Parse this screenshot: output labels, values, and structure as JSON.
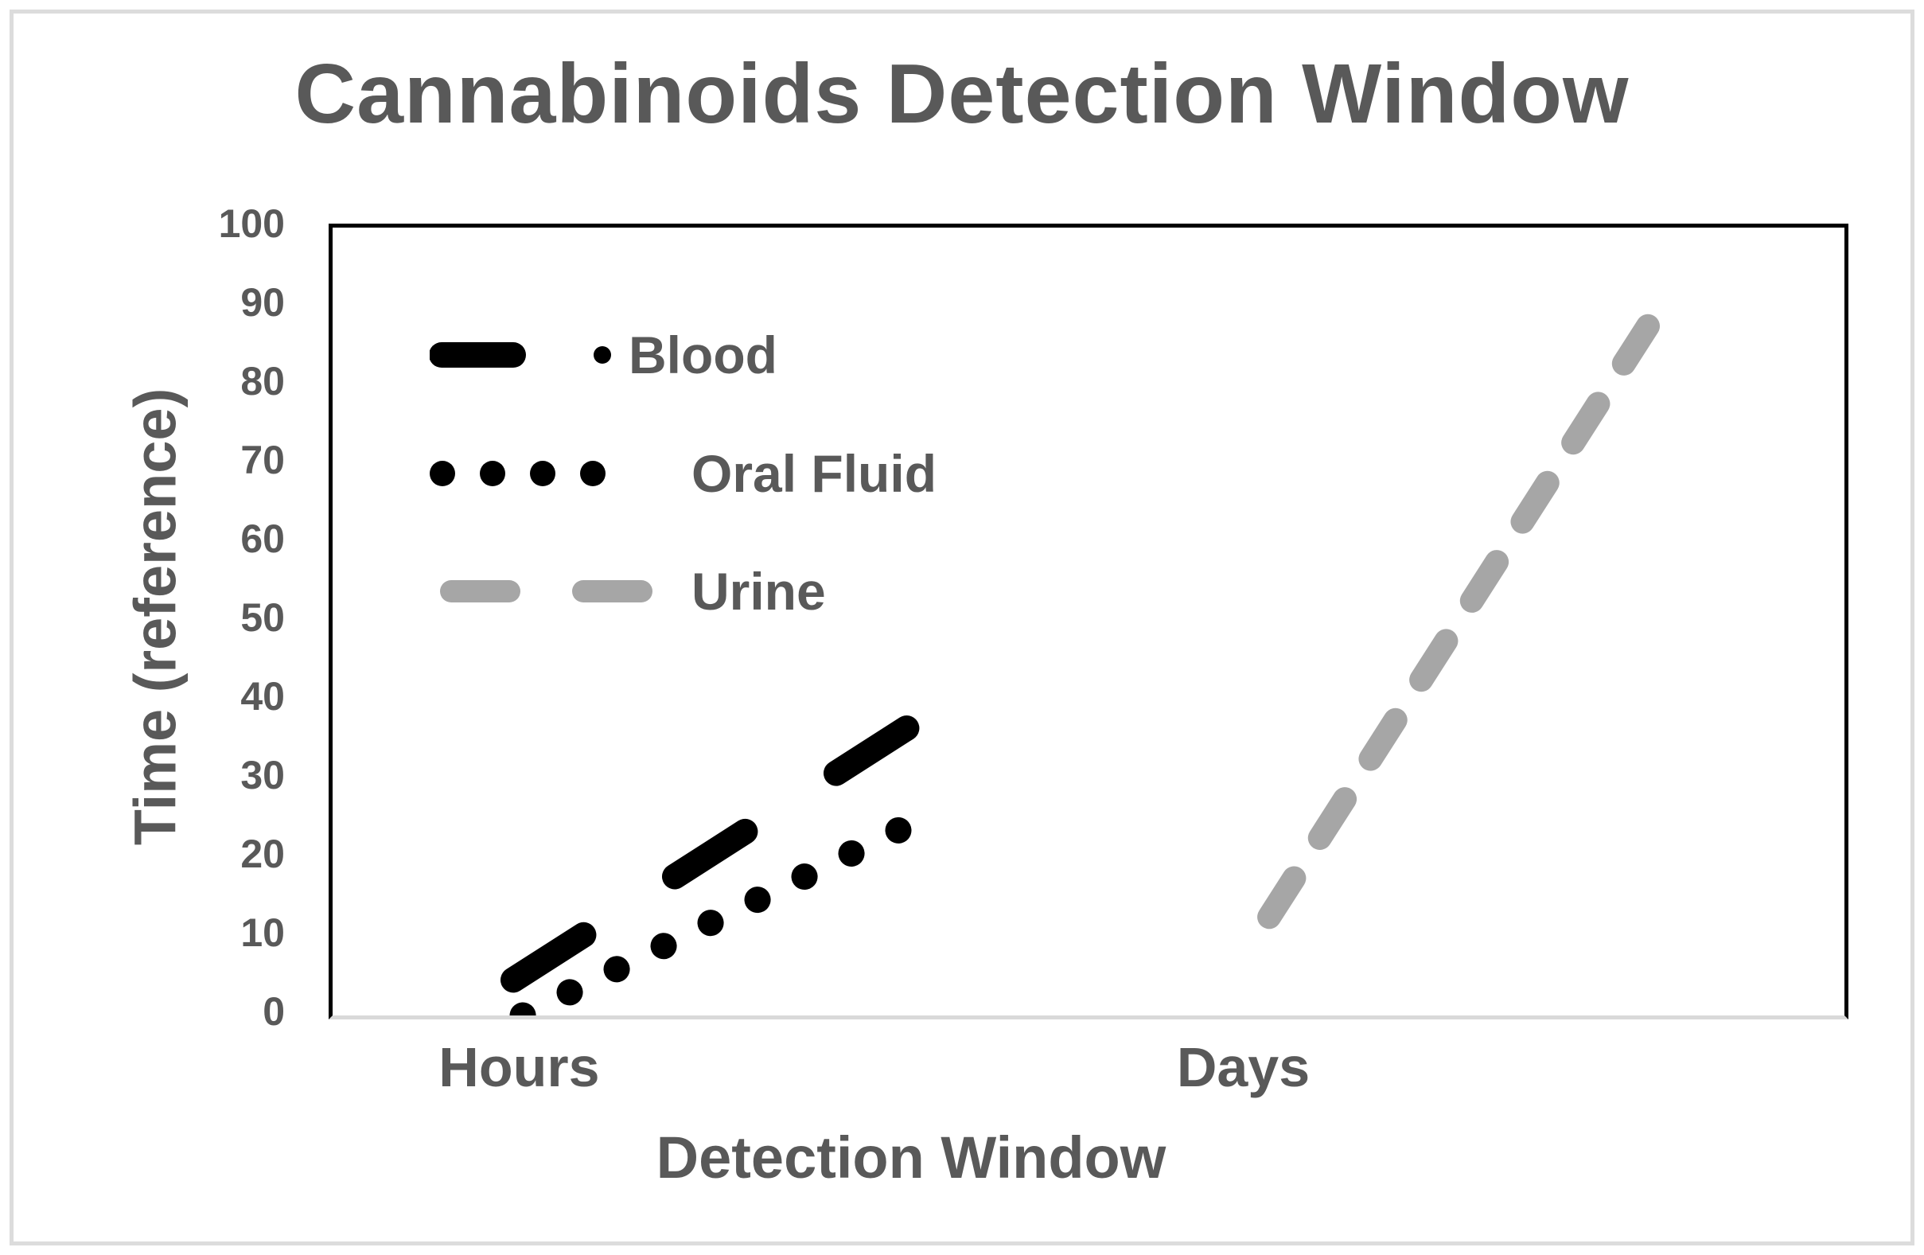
{
  "figure": {
    "background_color": "#ffffff",
    "outer_border_color": "#dcdcdc"
  },
  "chart_data": {
    "type": "line",
    "title": "Cannabinoids Detection Window",
    "xlabel": "Detection Window",
    "ylabel": "Time (reference)",
    "ylim": [
      0,
      100
    ],
    "yticks": [
      0,
      10,
      20,
      30,
      40,
      50,
      60,
      70,
      80,
      90,
      100
    ],
    "grid": false,
    "legend_position": "inside-top-left",
    "categories": [
      "Hours",
      "Days"
    ],
    "category_label_fracs": [
      0.126,
      0.605
    ],
    "axis_colors": {
      "frame": "#000000",
      "baseline": "#d9d9d9",
      "text": "#595959"
    },
    "series": [
      {
        "name": "Blood",
        "color": "#000000",
        "line_style": "long-dash-dot",
        "stroke_width": 32,
        "dasharray": "105 136",
        "x_category": "Hours",
        "points": [
          {
            "x_frac": 0.1195,
            "y": 4.5
          },
          {
            "x_frac": 0.38,
            "y": 36.5
          }
        ]
      },
      {
        "name": "Oral Fluid",
        "color": "#000000",
        "line_style": "dotted",
        "stroke_width": 33,
        "dasharray": "0.1 65.675",
        "x_category": "Hours",
        "points": [
          {
            "x_frac": 0.1258,
            "y": 0
          },
          {
            "x_frac": 0.3742,
            "y": 23.5
          }
        ]
      },
      {
        "name": "Urine",
        "color": "#a6a6a6",
        "line_style": "dash",
        "stroke_width": 30,
        "dasharray": "58 60",
        "x_category": "Days",
        "points": [
          {
            "x_frac": 0.6195,
            "y": 12.5
          },
          {
            "x_frac": 0.87,
            "y": 87.5
          }
        ]
      }
    ]
  }
}
